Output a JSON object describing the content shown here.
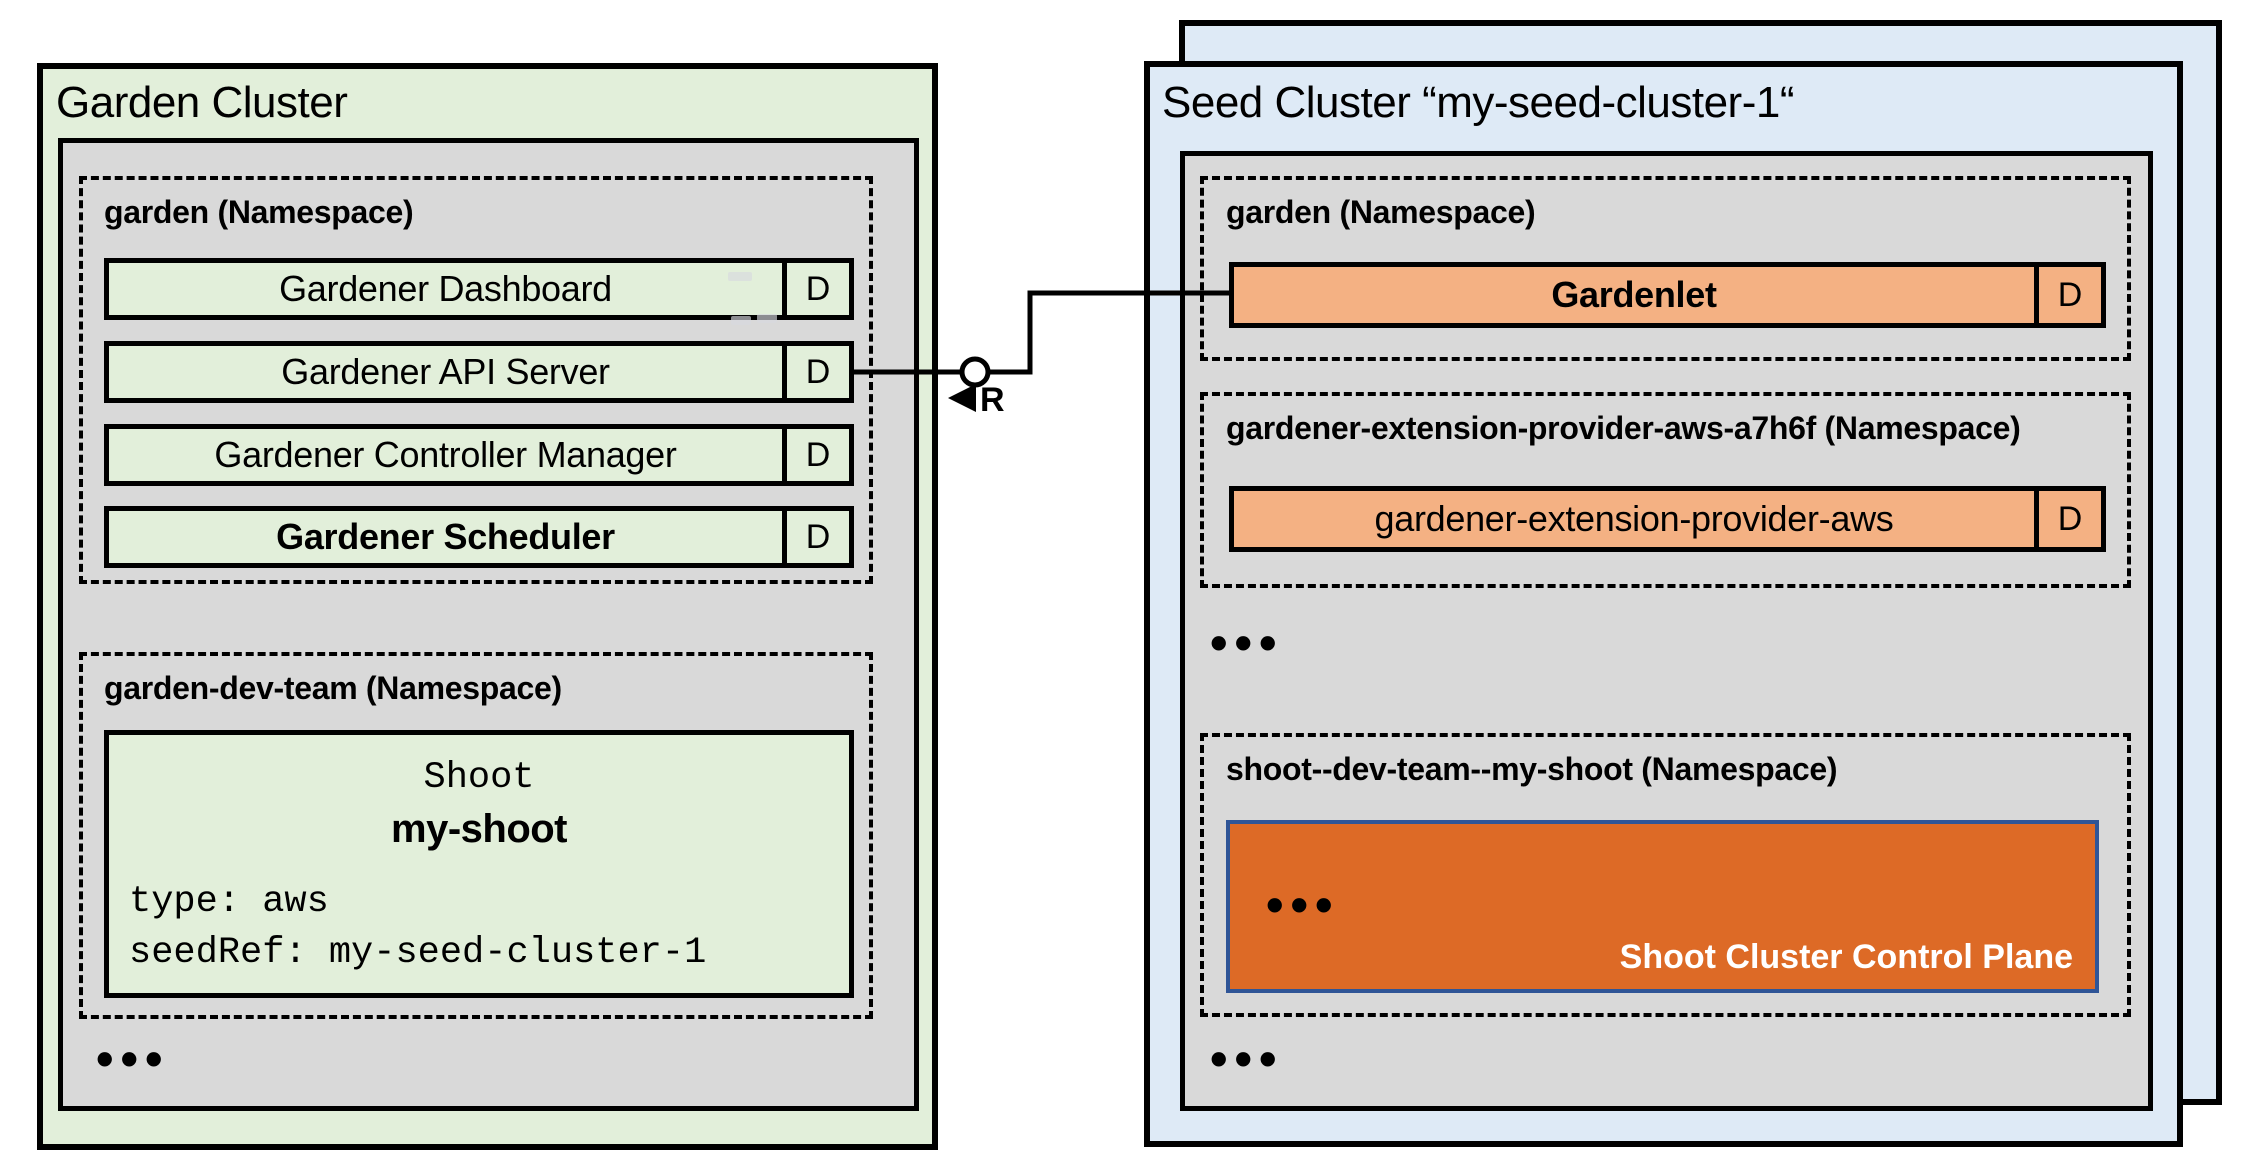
{
  "left_cluster": {
    "title": "Garden Cluster",
    "namespace_garden": {
      "label": "garden (Namespace)",
      "rows": [
        {
          "label": "Gardener Dashboard",
          "badge": "D"
        },
        {
          "label": "Gardener API Server",
          "badge": "D"
        },
        {
          "label": "Gardener Controller Manager",
          "badge": "D"
        },
        {
          "label": "Gardener Scheduler",
          "badge": "D"
        }
      ]
    },
    "namespace_dev_team": {
      "label": "garden-dev-team (Namespace)",
      "shoot_card": {
        "kind": "Shoot",
        "name": "my-shoot",
        "spec_lines": [
          "type: aws",
          "seedRef: my-seed-cluster-1"
        ]
      }
    },
    "ellipsis": "•••"
  },
  "connector": {
    "label": "R"
  },
  "right_cluster": {
    "title": "Seed Cluster “my-seed-cluster-1“",
    "namespace_garden": {
      "label": "garden (Namespace)",
      "row": {
        "label": "Gardenlet",
        "badge": "D"
      }
    },
    "namespace_extension": {
      "label": "gardener-extension-provider-aws-a7h6f (Namespace)",
      "row": {
        "label": "gardener-extension-provider-aws",
        "badge": "D"
      }
    },
    "ellipsis_mid": "•••",
    "namespace_shoot": {
      "label": "shoot--dev-team--my-shoot (Namespace)",
      "control_plane": {
        "ellipsis": "•••",
        "label": "Shoot Cluster Control Plane"
      }
    },
    "ellipsis_bottom": "•••"
  },
  "colors": {
    "garden_cluster_fill": "#E2EFDA",
    "seed_cluster_fill": "#DEEAF6",
    "panel_fill": "#D9D9D9",
    "component_orange_fill": "#F4B183",
    "control_plane_fill": "#DD6A26",
    "control_plane_border": "#2F5597",
    "line_black": "#000000"
  }
}
